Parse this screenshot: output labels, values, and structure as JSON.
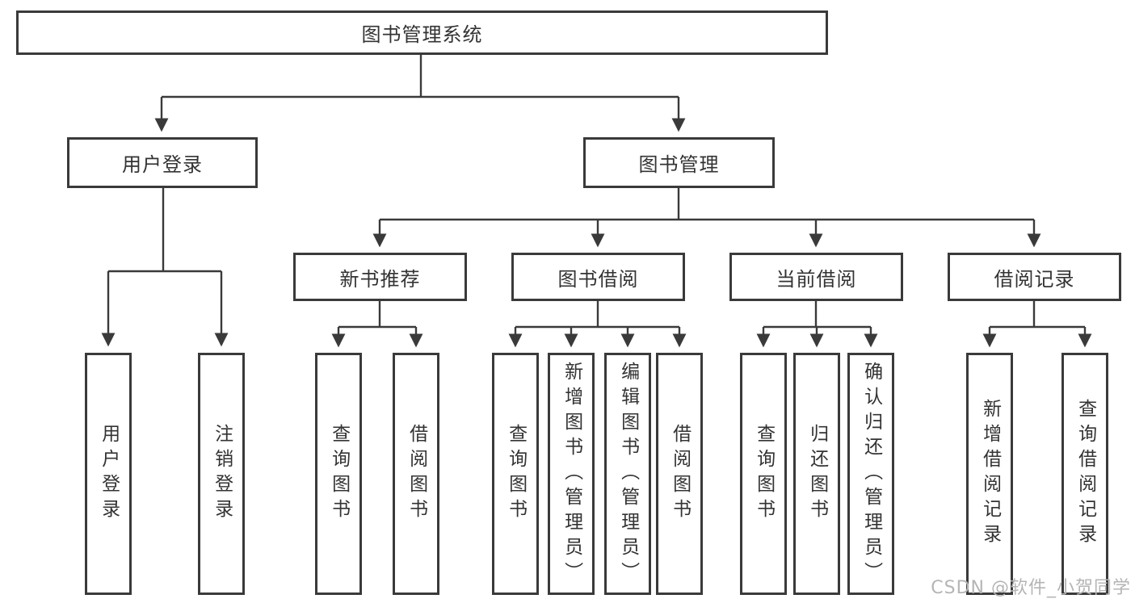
{
  "diagram": {
    "root": {
      "label": "图书管理系统"
    },
    "branches": [
      {
        "label": "用户登录",
        "children": [
          {
            "label": "用户登录"
          },
          {
            "label": "注销登录"
          }
        ]
      },
      {
        "label": "图书管理",
        "children": [
          {
            "label": "新书推荐",
            "children": [
              {
                "label": "查询图书"
              },
              {
                "label": "借阅图书"
              }
            ]
          },
          {
            "label": "图书借阅",
            "children": [
              {
                "label": "查询图书"
              },
              {
                "label": "新增图书（管理员）"
              },
              {
                "label": "编辑图书（管理员）"
              },
              {
                "label": "借阅图书"
              }
            ]
          },
          {
            "label": "当前借阅",
            "children": [
              {
                "label": "查询图书"
              },
              {
                "label": "归还图书"
              },
              {
                "label": "确认归还（管理员）"
              }
            ]
          },
          {
            "label": "借阅记录",
            "children": [
              {
                "label": "新增借阅记录"
              },
              {
                "label": "查询借阅记录"
              }
            ]
          }
        ]
      }
    ]
  },
  "watermark": {
    "text": "CSDN @软件_小贺同学"
  },
  "colors": {
    "line": "#3a3a3a",
    "border": "#3a3a3a",
    "text": "#333333",
    "watermark": "#b5b5b5",
    "background": "#ffffff"
  }
}
